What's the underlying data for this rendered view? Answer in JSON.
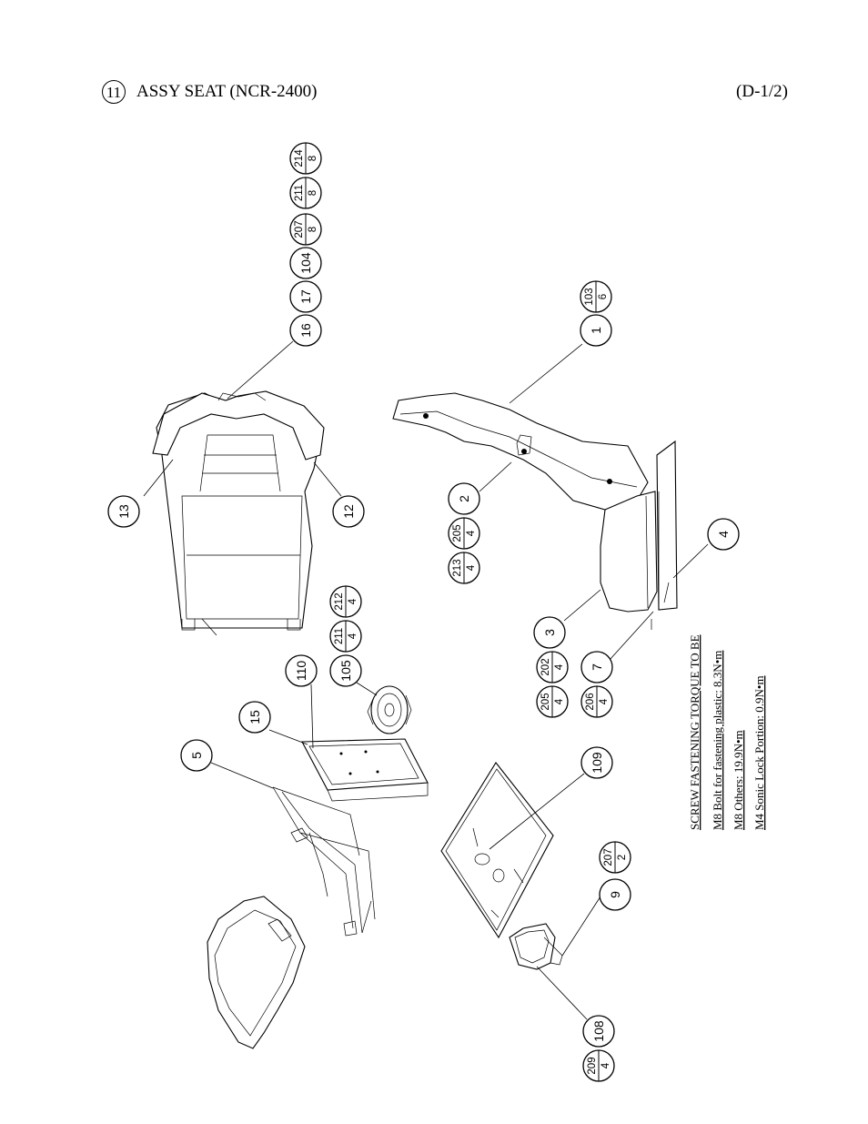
{
  "header": {
    "section_number": "11",
    "title": "ASSY SEAT (NCR-2400)",
    "page_code": "(D-1/2)"
  },
  "callouts": {
    "c16": "16",
    "c17": "17",
    "c104": "104",
    "c207a": {
      "part": "207",
      "qty": "8"
    },
    "c211a": {
      "part": "211",
      "qty": "8"
    },
    "c214": {
      "part": "214",
      "qty": "8"
    },
    "c13": "13",
    "c12": "12",
    "c1": "1",
    "c103": {
      "part": "103",
      "qty": "6"
    },
    "c2": "2",
    "c205a": {
      "part": "205",
      "qty": "4"
    },
    "c213": {
      "part": "213",
      "qty": "4"
    },
    "c4": "4",
    "c3": "3",
    "c202": {
      "part": "202",
      "qty": "4"
    },
    "c205b": {
      "part": "205",
      "qty": "4"
    },
    "c7": "7",
    "c206": {
      "part": "206",
      "qty": "4"
    },
    "c110": "110",
    "c105": "105",
    "c211b": {
      "part": "211",
      "qty": "4"
    },
    "c212": {
      "part": "212",
      "qty": "4"
    },
    "c15": "15",
    "c5": "5",
    "c109": "109",
    "c207b": {
      "part": "207",
      "qty": "2"
    },
    "c9": "9",
    "c108": "108",
    "c209": {
      "part": "209",
      "qty": "4"
    }
  },
  "notes": {
    "heading": "SCREW FASTENING TORQUE TO BE",
    "line1": "M8 Bolt for fastening plastic: 8.3N•m",
    "line2": "M8 Others: 19.9N•m",
    "line3": "M4 Sonic Lock Portion: 0.9N•m"
  }
}
